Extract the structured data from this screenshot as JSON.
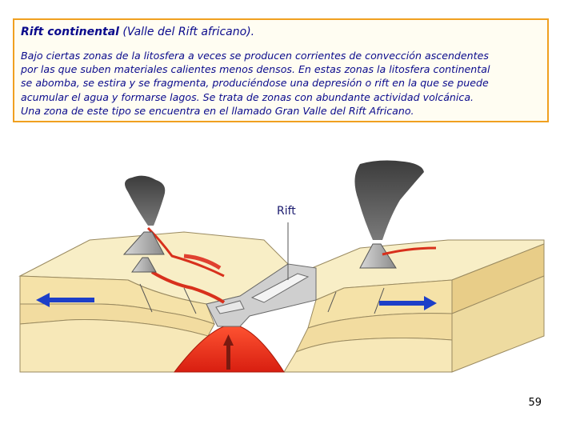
{
  "textbox": {
    "title_bold": "Rift continental",
    "title_rest": " (Valle del Rift africano).",
    "lines": [
      "Bajo ciertas zonas de la litosfera a veces se producen corrientes de convección ascendentes",
      "por las que suben materiales calientes menos densos. En estas zonas la litosfera continental",
      "se abomba, se estira y se fragmenta, produciéndose una depresión o rift en la que se puede",
      "acumular el agua y formarse lagos. Se trata de zonas con abundante actividad volcánica.",
      "Una zona de este tipo se encuentra en el llamado Gran Valle del Rift Africano."
    ]
  },
  "diagram": {
    "rift_label": "Rift",
    "colors": {
      "crust_top": "#f7ecc0",
      "crust_front": "#f2dfa2",
      "crust_side": "#e9cf88",
      "magma": "#e0301c",
      "smoke": "#555555",
      "arrow_blue": "#1d3fc8"
    },
    "icons": [
      "left-arrow-icon",
      "right-arrow-icon",
      "up-arrow-icon",
      "volcano-icon",
      "smoke-plume-icon"
    ]
  },
  "page_number": "59"
}
